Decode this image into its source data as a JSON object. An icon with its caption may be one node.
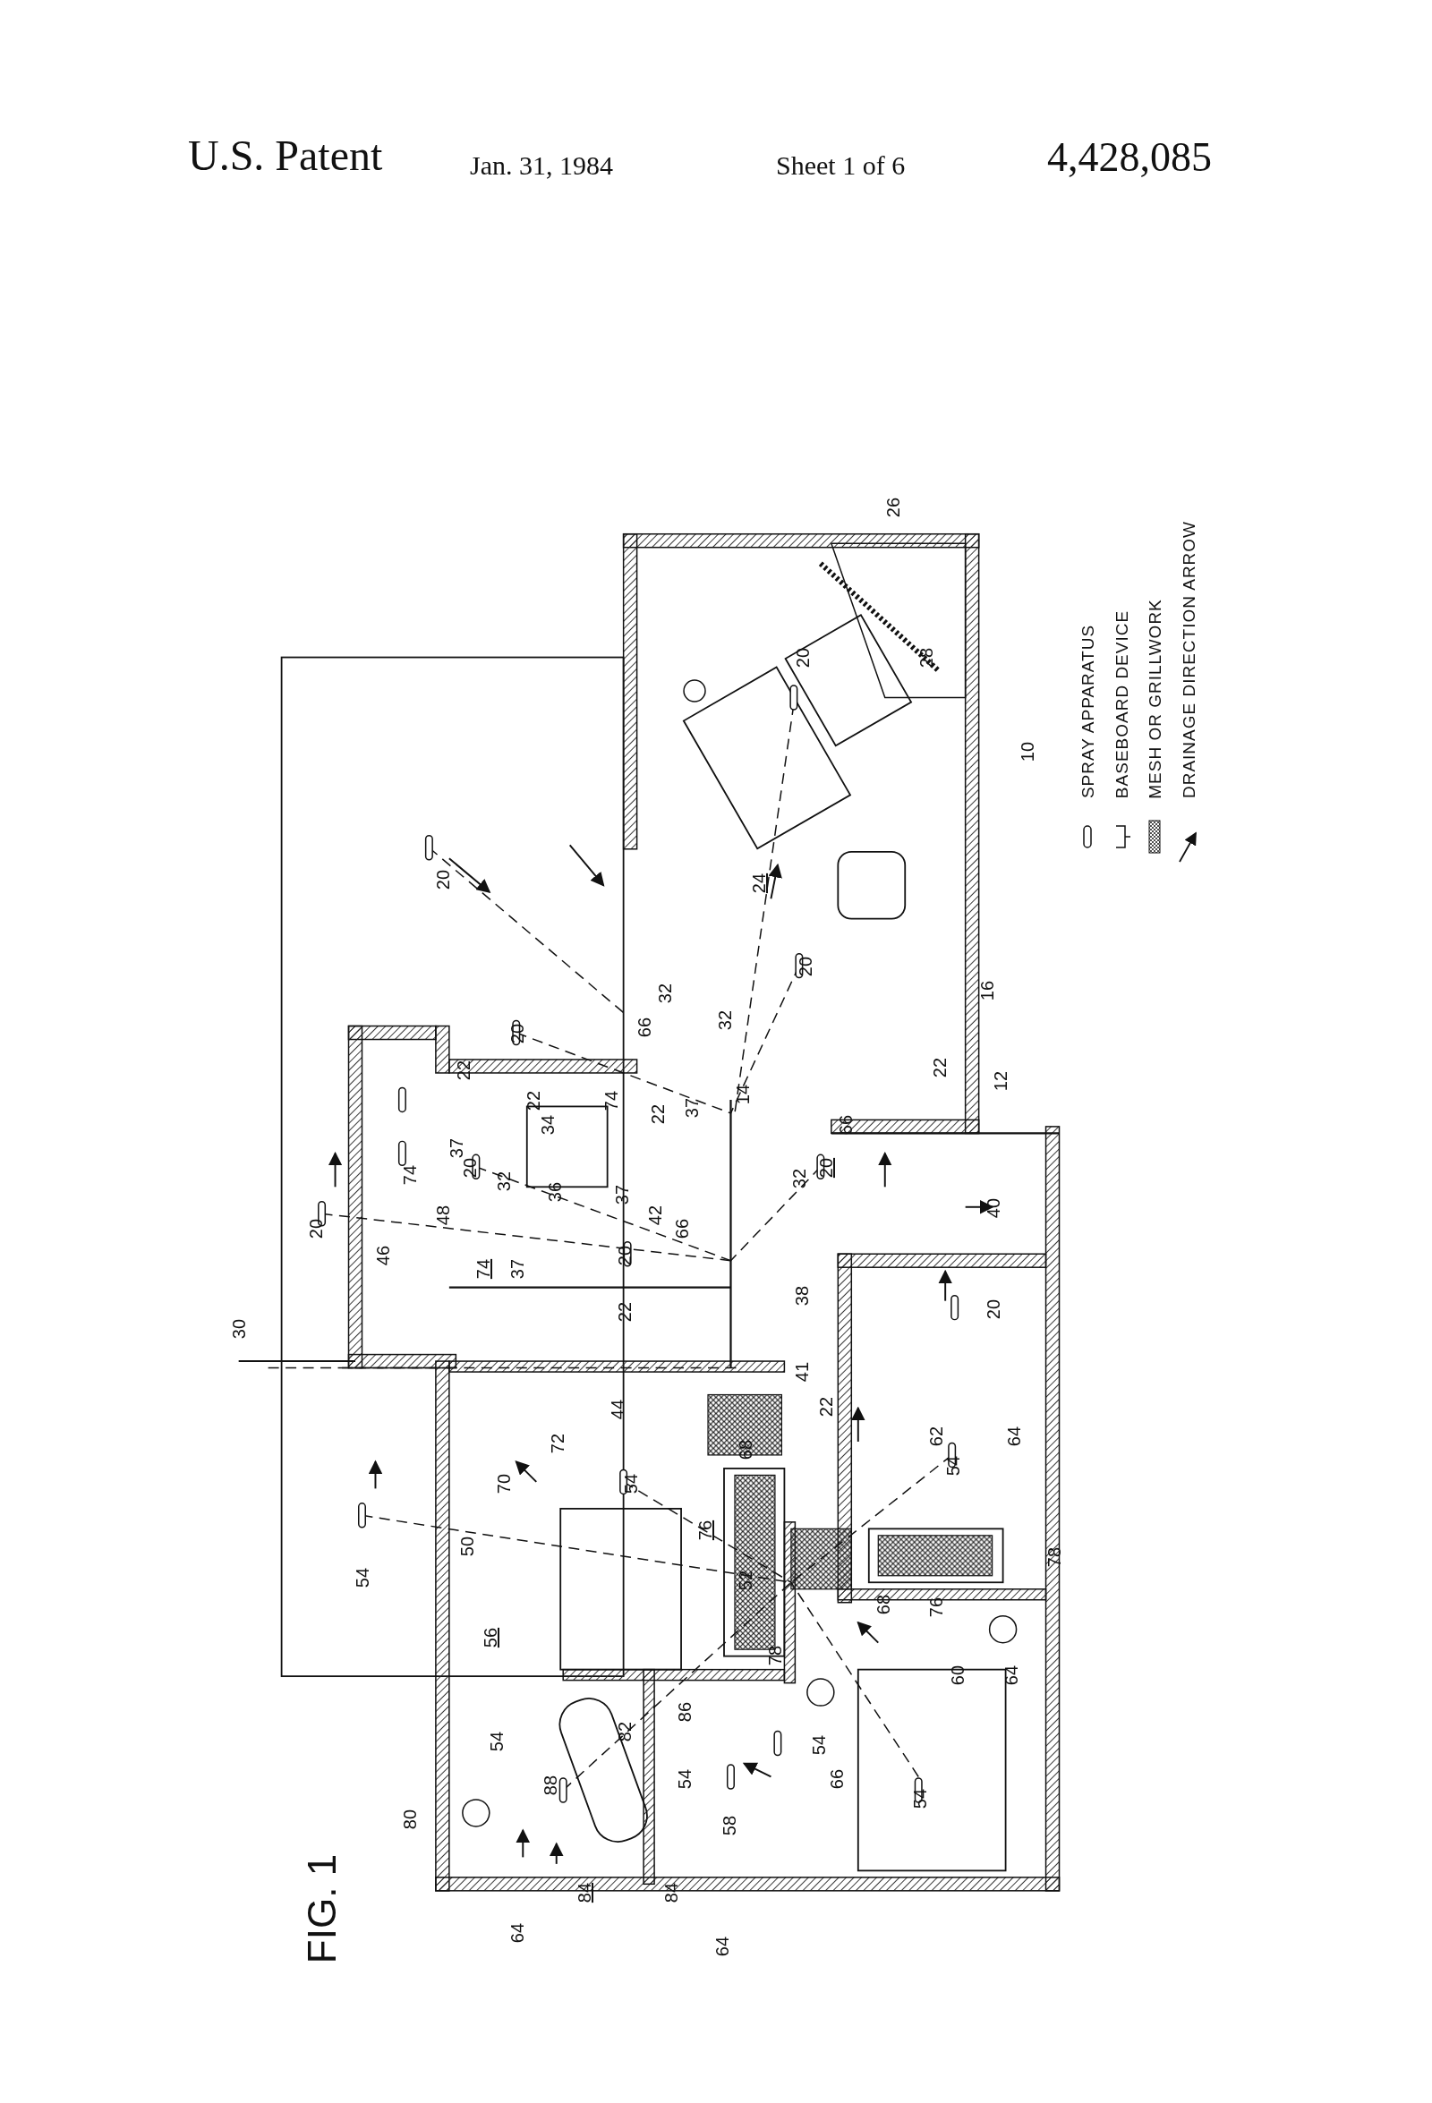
{
  "diagram": {
    "title": "FIG. 1",
    "labels": [
      "U.S. Patent",
      "Jan. 31, 1984",
      "Sheet 1 of 6",
      "4,428,085",
      "26",
      "20",
      "28",
      "10",
      "24",
      "20",
      "20",
      "16",
      "32",
      "32",
      "66",
      "20",
      "22",
      "12",
      "14",
      "22",
      "22",
      "34",
      "74",
      "22",
      "37",
      "66",
      "37",
      "20",
      "74",
      "32",
      "36",
      "37",
      "42",
      "20",
      "32",
      "66",
      "20",
      "40",
      "48",
      "20",
      "74",
      "37",
      "46",
      "22",
      "38",
      "41",
      "20",
      "22",
      "30",
      "44",
      "72",
      "70",
      "68",
      "62",
      "54",
      "64",
      "54",
      "76",
      "54",
      "50",
      "52",
      "68",
      "76",
      "78",
      "56",
      "78",
      "60",
      "64",
      "86",
      "82",
      "54",
      "54",
      "54",
      "66",
      "88",
      "80",
      "58",
      "54",
      "84",
      "84",
      "64",
      "64"
    ],
    "legend": [
      {
        "text": "SPRAY APPARATUS"
      },
      {
        "text": "BASEBOARD DEVICE"
      },
      {
        "text": "MESH OR GRILLWORK"
      },
      {
        "text": "DRAINAGE DIRECTION ARROW"
      }
    ]
  }
}
